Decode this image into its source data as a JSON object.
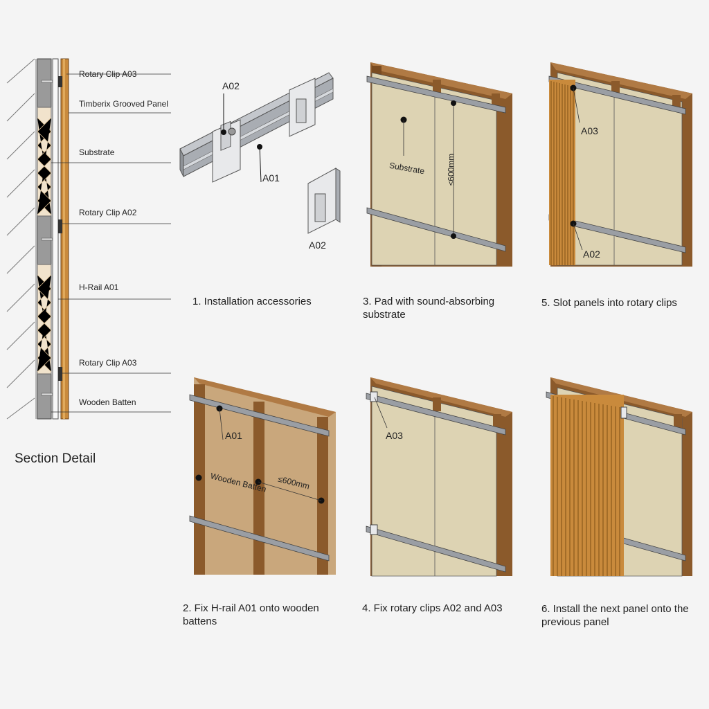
{
  "section": {
    "title": "Section Detail",
    "labels": [
      "Rotary Clip A03",
      "Timberix Grooved Panel",
      "Substrate",
      "Rotary Clip A02",
      "H-Rail A01",
      "Rotary Clip A03",
      "Wooden Batten"
    ]
  },
  "accessories": {
    "tag_a02_top": "A02",
    "tag_a01": "A01",
    "tag_a02_bottom": "A02"
  },
  "steps": [
    {
      "text": "1. Installation accessories"
    },
    {
      "text": "2. Fix H-rail A01 onto wooden battens",
      "tags": {
        "a01": "A01",
        "batten": "Wooden Batten",
        "spacing": "≤600mm"
      }
    },
    {
      "text": "3. Pad with sound-absorbing substrate",
      "tags": {
        "substrate": "Substrate",
        "spacing": "≤600mm"
      }
    },
    {
      "text": "4. Fix rotary clips A02 and A03",
      "tags": {
        "a03": "A03"
      }
    },
    {
      "text": "5. Slot panels into rotary clips",
      "tags": {
        "a03": "A03",
        "a02": "A02"
      }
    },
    {
      "text": "6. Install the next panel onto the previous panel"
    }
  ],
  "colors": {
    "batten": "#8b5a2b",
    "panel": "#d9cfb0",
    "rail": "#8c8f94",
    "timber": "#c8902e",
    "background": "#f4f4f4"
  }
}
